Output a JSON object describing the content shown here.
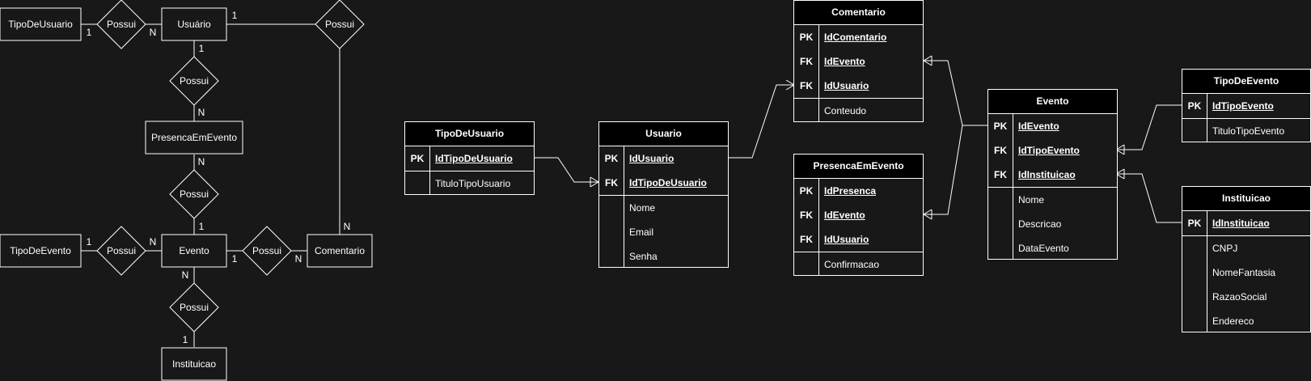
{
  "er_model": {
    "entities": {
      "tipo_usuario": "TipoDeUsuario",
      "usuario": "Usuário",
      "presenca": "PresencaEmEvento",
      "tipo_evento": "TipoDeEvento",
      "evento": "Evento",
      "comentario": "Comentario",
      "instituicao": "Instituicao"
    },
    "relationship_label": "Possui",
    "cardinalities": {
      "tipo_usuario_side": "1",
      "usuario_from_tipo": "N",
      "usuario_to_comentario": "1",
      "usuario_to_presenca": "1",
      "presenca_from_usuario": "N",
      "presenca_to_evento": "N",
      "evento_from_presenca": "1",
      "tipo_evento_side": "1",
      "evento_from_tipo": "N",
      "evento_to_comentario": "1",
      "comentario_from_evento": "N",
      "comentario_from_usuario": "N",
      "evento_to_instituicao": "N",
      "instituicao_from_evento": "1"
    }
  },
  "tables": {
    "tipo_usuario": {
      "title": "TipoDeUsuario",
      "keys": [
        {
          "k": "PK",
          "name": "IdTipoDeUsuario"
        }
      ],
      "fields": [
        "TituloTipoUsuario"
      ]
    },
    "usuario": {
      "title": "Usuario",
      "keys": [
        {
          "k": "PK",
          "name": "IdUsuario"
        },
        {
          "k": "FK",
          "name": "IdTipoDeUsuario"
        }
      ],
      "fields": [
        "Nome",
        "Email",
        "Senha"
      ]
    },
    "comentario": {
      "title": "Comentario",
      "keys": [
        {
          "k": "PK",
          "name": "IdComentario"
        },
        {
          "k": "FK",
          "name": "IdEvento"
        },
        {
          "k": "FK",
          "name": "IdUsuario"
        }
      ],
      "fields": [
        "Conteudo"
      ]
    },
    "presenca": {
      "title": "PresencaEmEvento",
      "keys": [
        {
          "k": "PK",
          "name": "IdPresenca"
        },
        {
          "k": "FK",
          "name": "IdEvento"
        },
        {
          "k": "FK",
          "name": "IdUsuario"
        }
      ],
      "fields": [
        "Confirmacao"
      ]
    },
    "evento": {
      "title": "Evento",
      "keys": [
        {
          "k": "PK",
          "name": "IdEvento"
        },
        {
          "k": "FK",
          "name": "IdTipoEvento"
        },
        {
          "k": "FK",
          "name": "IdInstituicao"
        }
      ],
      "fields": [
        "Nome",
        "Descricao",
        "DataEvento"
      ]
    },
    "tipo_evento": {
      "title": "TipoDeEvento",
      "keys": [
        {
          "k": "PK",
          "name": "IdTipoEvento"
        }
      ],
      "fields": [
        "TituloTipoEvento"
      ]
    },
    "instituicao": {
      "title": "Instituicao",
      "keys": [
        {
          "k": "PK",
          "name": "IdInstituicao"
        }
      ],
      "fields": [
        "CNPJ",
        "NomeFantasia",
        "RazaoSocial",
        "Endereco"
      ]
    }
  }
}
